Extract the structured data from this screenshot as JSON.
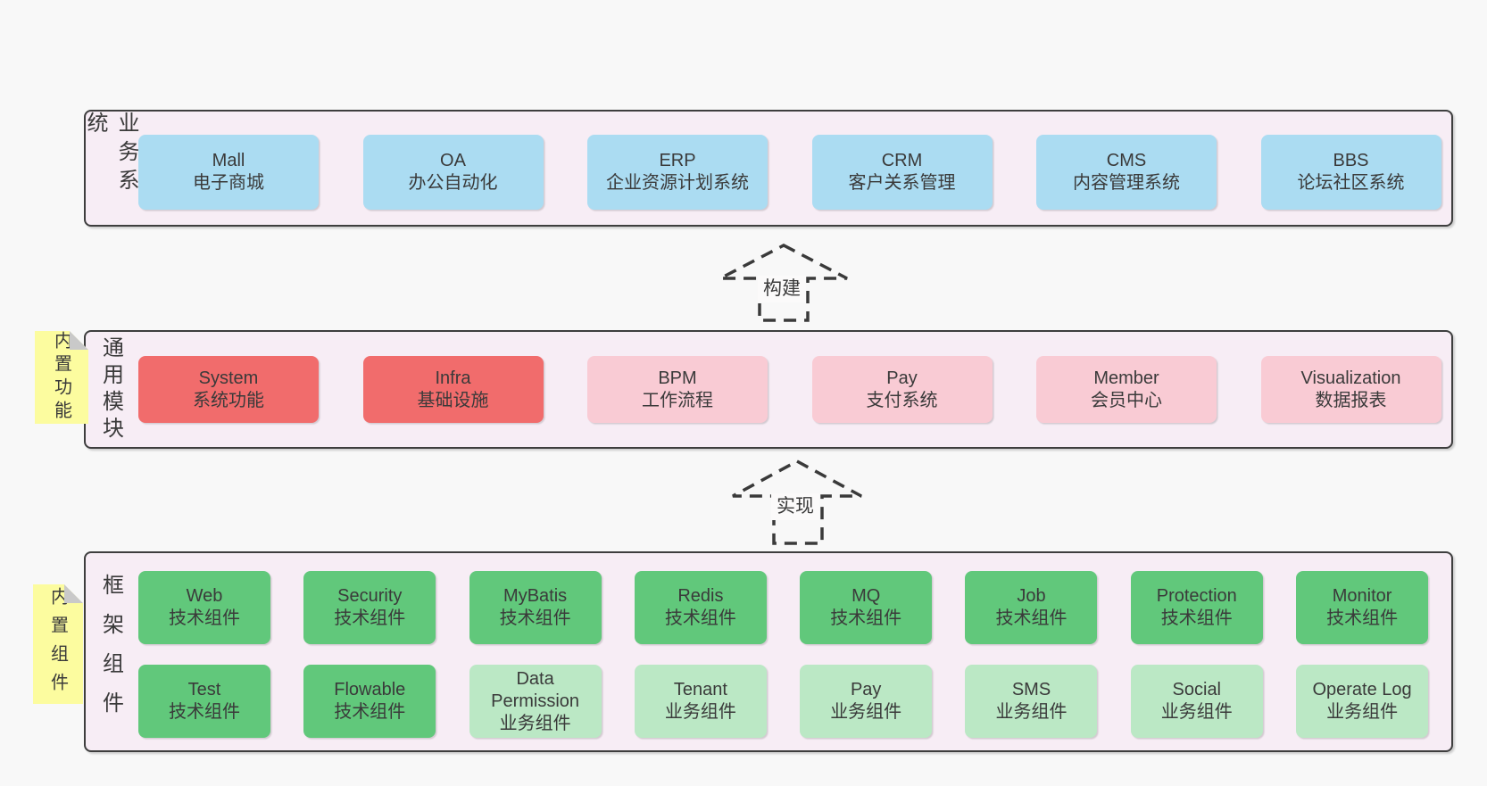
{
  "colors": {
    "page_bg": "#F8F8F8",
    "container_fill": "#F7EDF5",
    "container_border": "#3E3E3E",
    "blue": "#ABDCF2",
    "red": "#F16C6C",
    "pink": "#F9CBD4",
    "green": "#61C87B",
    "light_green": "#BBE8C5",
    "note_yellow": "#FCFC9F",
    "note_fold": "#C9C9C9",
    "text": "#3A3A3A"
  },
  "arrows": {
    "build": "构建",
    "implement": "实现"
  },
  "notes": {
    "features": "内置功能",
    "components": "内置组件"
  },
  "sections": {
    "business": {
      "label": "业务系统",
      "items": [
        {
          "name": "Mall",
          "desc": "电子商城"
        },
        {
          "name": "OA",
          "desc": "办公自动化"
        },
        {
          "name": "ERP",
          "desc": "企业资源计划系统"
        },
        {
          "name": "CRM",
          "desc": "客户关系管理"
        },
        {
          "name": "CMS",
          "desc": "内容管理系统"
        },
        {
          "name": "BBS",
          "desc": "论坛社区系统"
        }
      ]
    },
    "modules": {
      "label": "通用模块",
      "items": [
        {
          "name": "System",
          "desc": "系统功能",
          "variant": "red"
        },
        {
          "name": "Infra",
          "desc": "基础设施",
          "variant": "red"
        },
        {
          "name": "BPM",
          "desc": "工作流程",
          "variant": "pink"
        },
        {
          "name": "Pay",
          "desc": "支付系统",
          "variant": "pink"
        },
        {
          "name": "Member",
          "desc": "会员中心",
          "variant": "pink"
        },
        {
          "name": "Visualization",
          "desc": "数据报表",
          "variant": "pink"
        }
      ]
    },
    "components": {
      "label": "框架组件",
      "row1": [
        {
          "name": "Web",
          "desc": "技术组件",
          "variant": "green"
        },
        {
          "name": "Security",
          "desc": "技术组件",
          "variant": "green"
        },
        {
          "name": "MyBatis",
          "desc": "技术组件",
          "variant": "green"
        },
        {
          "name": "Redis",
          "desc": "技术组件",
          "variant": "green"
        },
        {
          "name": "MQ",
          "desc": "技术组件",
          "variant": "green"
        },
        {
          "name": "Job",
          "desc": "技术组件",
          "variant": "green"
        },
        {
          "name": "Protection",
          "desc": "技术组件",
          "variant": "green"
        },
        {
          "name": "Monitor",
          "desc": "技术组件",
          "variant": "green"
        }
      ],
      "row2": [
        {
          "name": "Test",
          "desc": "技术组件",
          "variant": "green"
        },
        {
          "name": "Flowable",
          "desc": "技术组件",
          "variant": "green"
        },
        {
          "name": "Data Permission",
          "desc": "业务组件",
          "variant": "light-green"
        },
        {
          "name": "Tenant",
          "desc": "业务组件",
          "variant": "light-green"
        },
        {
          "name": "Pay",
          "desc": "业务组件",
          "variant": "light-green"
        },
        {
          "name": "SMS",
          "desc": "业务组件",
          "variant": "light-green"
        },
        {
          "name": "Social",
          "desc": "业务组件",
          "variant": "light-green"
        },
        {
          "name": "Operate Log",
          "desc": "业务组件",
          "variant": "light-green"
        }
      ]
    }
  }
}
